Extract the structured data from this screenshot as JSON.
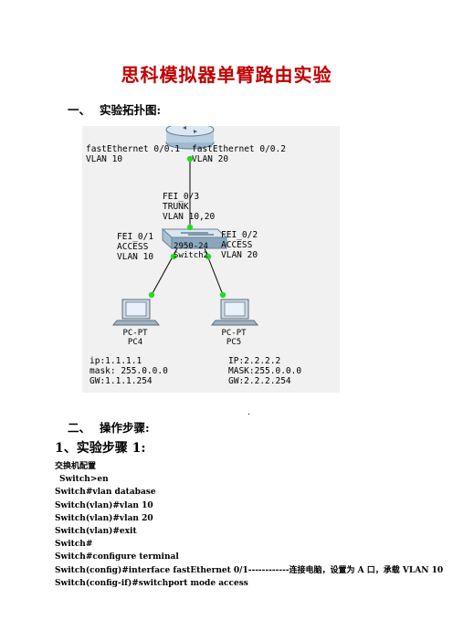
{
  "title": "思科模拟器单臂路由实验",
  "section1": {
    "num": "一、",
    "label": "实验拓扑图:"
  },
  "topology": {
    "router_if1": [
      "fastEthernet 0/0.1",
      "VLAN 10"
    ],
    "router_if2": [
      "fastEthernet 0/0.2",
      "VLAN 20"
    ],
    "trunk_port": [
      "FEI_0/3",
      "TRUNK",
      "VLAN 10,20"
    ],
    "access1": [
      "FEI_0/1",
      "ACCESS",
      "VLAN 10"
    ],
    "access2": [
      "FEI_0/2",
      "ACCESS",
      "VLAN 20"
    ],
    "switch_name": [
      "2950-24",
      "Switch2"
    ],
    "pc4": {
      "type": "PC-PT",
      "name": "PC4"
    },
    "pc5": {
      "type": "PC-PT",
      "name": "PC5"
    },
    "pc4_cfg": [
      "ip:1.1.1.1",
      "mask: 255.0.0.0",
      "GW:1.1.1.254"
    ],
    "pc5_cfg": [
      "IP:2.2.2.2",
      "MASK:255.0.0.0",
      "GW:2.2.2.254"
    ],
    "colors": {
      "link": "#000000",
      "port_up": "#22dd22"
    }
  },
  "dot": ".",
  "section2": {
    "num": "二、",
    "label": "操作步骤:"
  },
  "step1": "1、实验步骤 1:",
  "config": [
    "交换机配置",
    "Switch>en",
    "Switch#vlan database",
    "Switch(vlan)#vlan 10",
    "Switch(vlan)#vlan 20",
    "Switch(vlan)#exit",
    "Switch#",
    "Switch#configure terminal",
    "Switch(config)#interface fastEthernet 0/1------------连接电脑，设置为 A 口，承载 VLAN 10",
    "Switch(config-if)#switchport mode access"
  ]
}
